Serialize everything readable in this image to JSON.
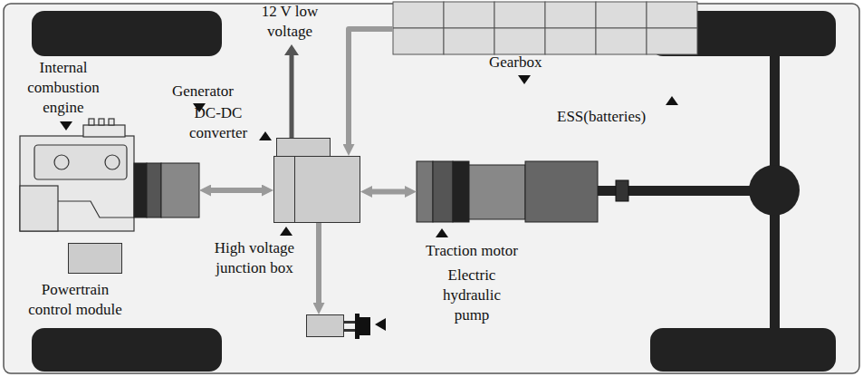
{
  "diagram": {
    "nodes": [
      {
        "text": [
          "Internal combustion engine"
        ]
      },
      {
        "text": [
          "Generator"
        ]
      },
      {
        "text": [
          "DC-DC converter"
        ]
      },
      {
        "text": [
          "High voltage junction box"
        ]
      },
      {
        "text": [
          "Traction motor"
        ]
      },
      {
        "text": [
          "Gearbox"
        ]
      },
      {
        "text": [
          "ESS(batteries)"
        ]
      },
      {
        "text": [
          "Electric hydraulic pump"
        ]
      },
      {
        "text": [
          "Powertrain control module"
        ]
      }
    ],
    "edges": [
      {
        "from": 1,
        "to": 3,
        "arrow": "both"
      },
      {
        "from": 3,
        "to": 4,
        "arrow": "both"
      },
      {
        "from": 6,
        "to": 3,
        "arrow": "to"
      },
      {
        "from": 3,
        "to": 2,
        "arrow": "to"
      },
      {
        "from": 3,
        "to": 7,
        "arrow": "to"
      }
    ],
    "labels": [
      "12 V low voltage"
    ]
  }
}
